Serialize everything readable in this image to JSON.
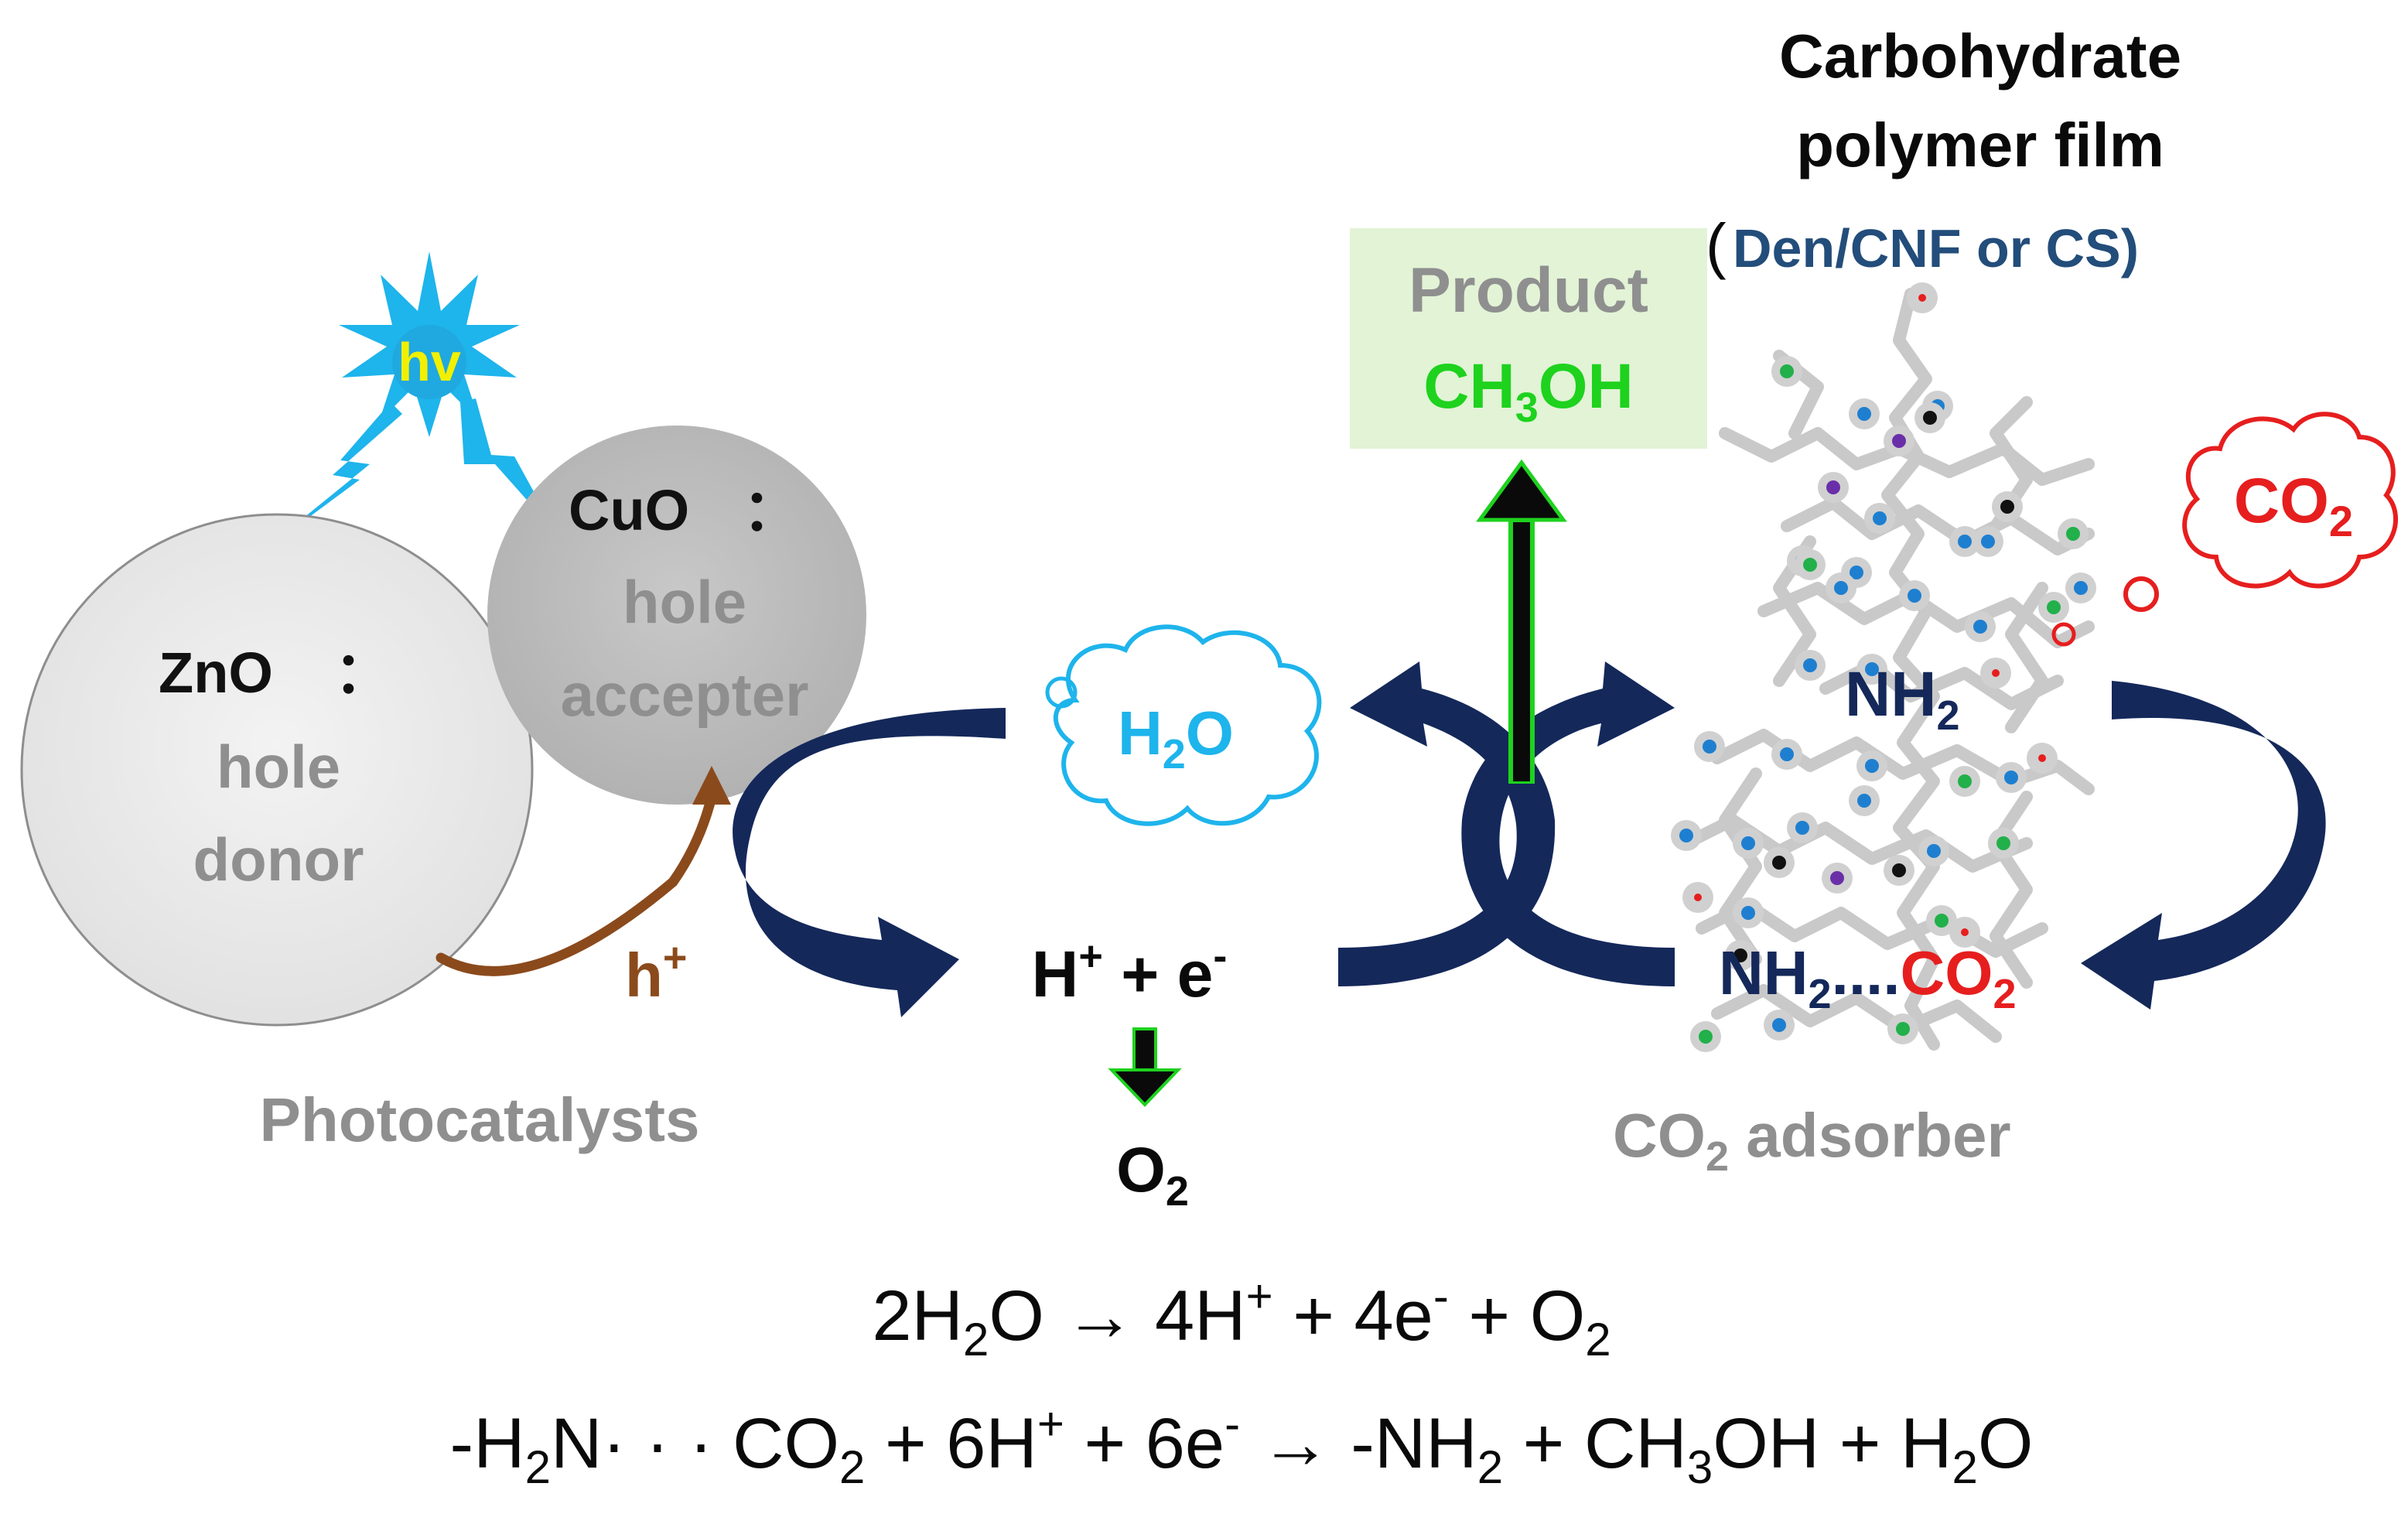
{
  "colors": {
    "navy": "#14285a",
    "cyan": "#1eb4ec",
    "yellow": "#f2f000",
    "grey_text": "#8f8f8f",
    "red": "#e61e1e",
    "green": "#1ed21e",
    "brown": "#8b4a1c",
    "product_bg": "#e2f3d6",
    "zno_fill": "#ececec",
    "cuo_fill": "#bdbdbd",
    "polymer_line": "#c9c9c9",
    "title_blue": "#234d7a"
  },
  "light": {
    "label": "hv"
  },
  "zno": {
    "name": "ZnO",
    "colon": "：",
    "role_line1": "hole",
    "role_line2": "donor"
  },
  "cuo": {
    "name": "CuO",
    "colon": "：",
    "role_line1": "hole",
    "role_line2": "accepter"
  },
  "hole": {
    "base": "h",
    "sup": "+"
  },
  "photocatalysts_label": "Photocatalysts",
  "water": {
    "h": "H",
    "sub": "2",
    "o": "O"
  },
  "products_mid": {
    "h": "H",
    "hsup": "+",
    "plus": " + e",
    "esup": "-"
  },
  "oxygen": {
    "o": "O",
    "sub": "2"
  },
  "product_box": {
    "title": "Product",
    "formula_a": "CH",
    "formula_sub": "3",
    "formula_b": "OH"
  },
  "film": {
    "line1": "Carbohydrate",
    "line2": "polymer film",
    "paren_open": "(",
    "materials": "Den/CNF or CS)"
  },
  "co2_cloud": {
    "c": "CO",
    "sub": "2"
  },
  "amine": {
    "nh": "NH",
    "sub": "2"
  },
  "complex": {
    "nh": "NH",
    "sub1": "2",
    "dots": "....",
    "co": "CO",
    "sub2": "2"
  },
  "adsorber_label": {
    "co": "CO",
    "sub": "2",
    "rest": " adsorber"
  },
  "equations": {
    "eq1": {
      "a": "2H",
      "a_sub": "2",
      "b": "O → 4H",
      "b_sup": "+",
      "c": " + 4e",
      "c_sup": "-",
      "d": " + O",
      "d_sub": "2"
    },
    "eq2": {
      "a": "-H",
      "a_sub": "2",
      "b": "N· · · CO",
      "b_sub": "2",
      "c": " + 6H",
      "c_sup": "+",
      "d": " + 6e",
      "d_sup": "-",
      "e": " → -NH",
      "e_sub": "2",
      "f": " + CH",
      "f_sub": "3",
      "g": "OH + H",
      "g_sub": "2",
      "h": "O"
    }
  }
}
